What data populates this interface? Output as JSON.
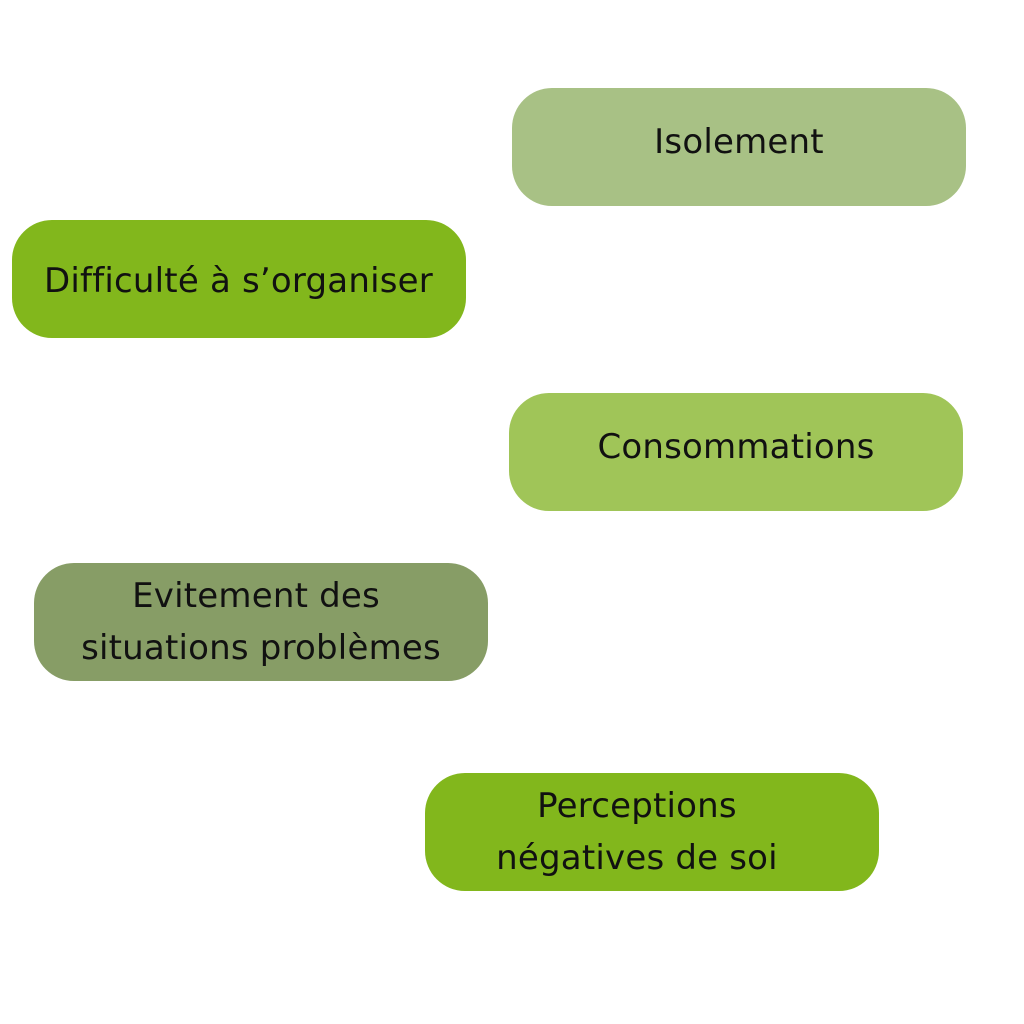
{
  "boxes": [
    {
      "id": "isolement",
      "lines": [
        "Isolement"
      ],
      "color": "#a8c185"
    },
    {
      "id": "organiser",
      "lines": [
        "Difficulté à s’organiser"
      ],
      "color": "#82b71c"
    },
    {
      "id": "consommations",
      "lines": [
        "Consommations"
      ],
      "color": "#a0c558"
    },
    {
      "id": "evitement",
      "lines": [
        "Evitement des",
        "situations problèmes"
      ],
      "color": "#879d66"
    },
    {
      "id": "perceptions",
      "lines": [
        "Perceptions",
        "négatives de soi"
      ],
      "color": "#82b71c"
    }
  ]
}
